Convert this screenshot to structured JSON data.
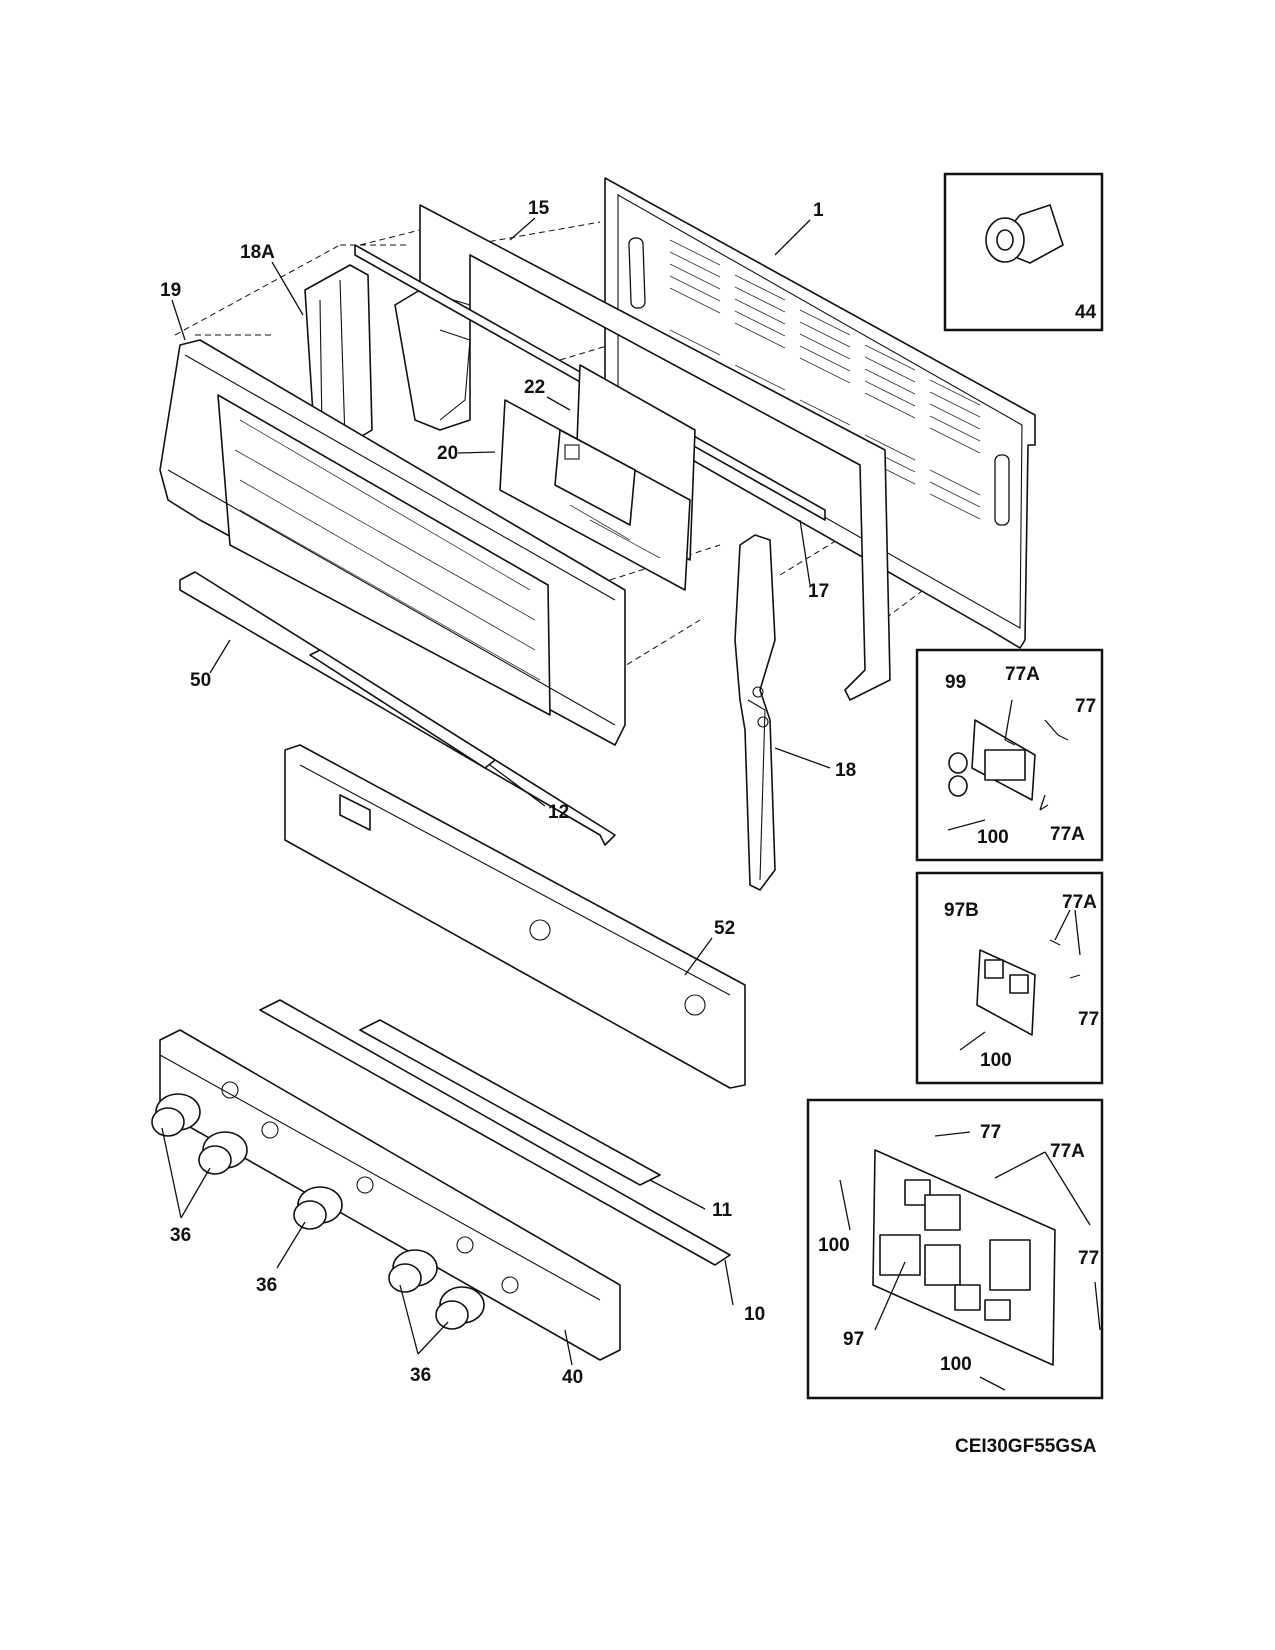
{
  "model_code": "CEI30GF55GSA",
  "callouts": {
    "c1": "1",
    "c15": "15",
    "c18a": "18A",
    "c19": "19",
    "c22": "22",
    "c20": "20",
    "c17": "17",
    "c50": "50",
    "c18": "18",
    "c12": "12",
    "c52": "52",
    "c11": "11",
    "c10": "10",
    "c36a": "36",
    "c36b": "36",
    "c36c": "36",
    "c40": "40",
    "c44": "44",
    "i1_99": "99",
    "i1_77a_top": "77A",
    "i1_77": "77",
    "i1_100": "100",
    "i1_77a_bottom": "77A",
    "i2_97b": "97B",
    "i2_77a": "77A",
    "i2_77": "77",
    "i2_100": "100",
    "i3_77_top": "77",
    "i3_77a": "77A",
    "i3_100_left": "100",
    "i3_77_right": "77",
    "i3_97": "97",
    "i3_100_bottom": "100"
  }
}
